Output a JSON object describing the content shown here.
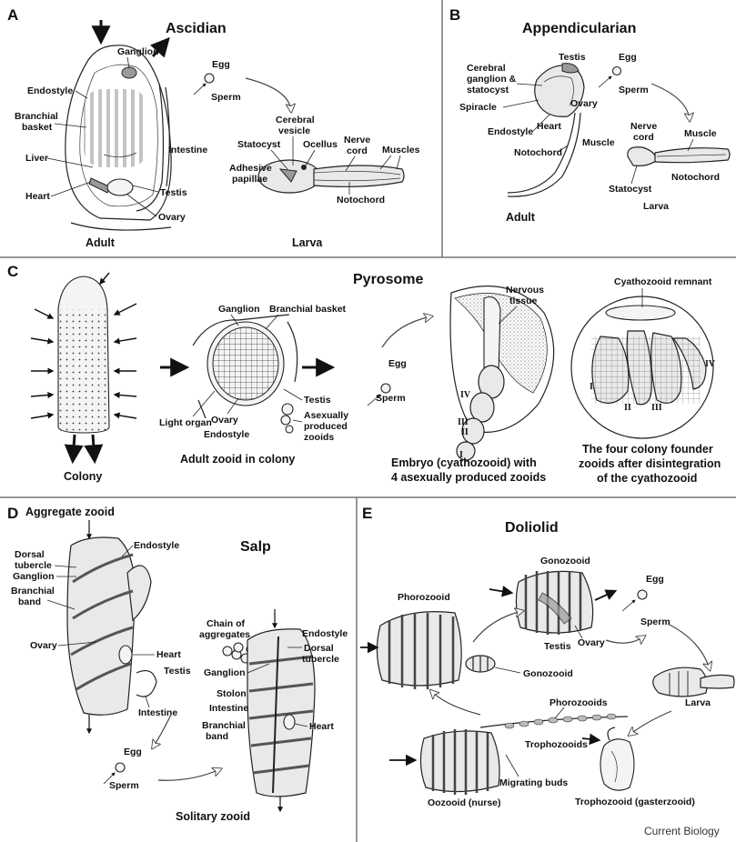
{
  "credit": "Current Biology",
  "panels": {
    "A": {
      "letter": "A",
      "title": "Ascidian",
      "labels": {
        "ganglion": "Ganglion",
        "endostyle": "Endostyle",
        "branchial_1": "Branchial",
        "branchial_2": "basket",
        "intestine": "Intestine",
        "liver": "Liver",
        "heart": "Heart",
        "testis": "Testis",
        "ovary": "Ovary",
        "egg": "Egg",
        "sperm": "Sperm",
        "cerebral_1": "Cerebral",
        "cerebral_2": "vesicle",
        "ocellus": "Ocellus",
        "statocyst": "Statocyst",
        "nerve_1": "Nerve",
        "nerve_2": "cord",
        "muscles": "Muscles",
        "adhesive_1": "Adhesive",
        "adhesive_2": "papillae",
        "notochord": "Notochord"
      },
      "captions": {
        "adult": "Adult",
        "larva": "Larva"
      }
    },
    "B": {
      "letter": "B",
      "title": "Appendicularian",
      "labels": {
        "testis": "Testis",
        "egg": "Egg",
        "sperm": "Sperm",
        "cerebral_1": "Cerebral",
        "cerebral_2": "ganglion &",
        "cerebral_3": "statocyst",
        "spiracle": "Spiracle",
        "ovary": "Ovary",
        "endostyle": "Endostyle",
        "heart": "Heart",
        "muscle": "Muscle",
        "notochord": "Notochord",
        "nerve_1": "Nerve",
        "nerve_2": "cord",
        "muscle_larva": "Muscle",
        "notochord_larva": "Notochord",
        "statocyst": "Statocyst",
        "larva": "Larva"
      },
      "captions": {
        "adult": "Adult"
      }
    },
    "C": {
      "letter": "C",
      "title": "Pyrosome",
      "labels": {
        "ganglion": "Ganglion",
        "branchial_basket": "Branchial basket",
        "testis": "Testis",
        "light_organ": "Light organ",
        "ovary": "Ovary",
        "endostyle": "Endostyle",
        "asexual_1": "Asexually",
        "asexual_2": "produced",
        "asexual_3": "zooids",
        "egg": "Egg",
        "sperm": "Sperm",
        "nervous_1": "Nervous",
        "nervous_2": "tissue",
        "cyathozooid_remnant": "Cyathozooid remnant",
        "r_iv": "IV",
        "r_iii": "III",
        "r_ii": "II",
        "r_i": "I"
      },
      "captions": {
        "colony": "Colony",
        "adult_zooid": "Adult zooid in colony",
        "embryo_1": "Embryo (cyathozooid) with",
        "embryo_2": "4 asexually produced zooids",
        "founder_1": "The four colony founder",
        "founder_2": "zooids after disintegration",
        "founder_3": "of the cyathozooid"
      }
    },
    "D": {
      "letter": "D",
      "title": "Salp",
      "labels": {
        "aggregate_zooid": "Aggregate zooid",
        "endostyle": "Endostyle",
        "dorsal_1": "Dorsal",
        "dorsal_2": "tubercle",
        "ganglion": "Ganglion",
        "branchial_1": "Branchial",
        "branchial_2": "band",
        "heart": "Heart",
        "ovary": "Ovary",
        "testis": "Testis",
        "intestine": "Intestine",
        "chain_1": "Chain of",
        "chain_2": "aggregates",
        "endostyle_sol": "Endostyle",
        "dorsal_sol_1": "Dorsal",
        "dorsal_sol_2": "tubercle",
        "ganglion_sol": "Ganglion",
        "stolon": "Stolon",
        "intestine_sol": "Intestine",
        "branchial_sol_1": "Branchial",
        "branchial_sol_2": "band",
        "heart_sol": "Heart",
        "egg": "Egg",
        "sperm": "Sperm"
      },
      "captions": {
        "solitary": "Solitary zooid"
      }
    },
    "E": {
      "letter": "E",
      "title": "Doliolid",
      "labels": {
        "gonozooid_top": "Gonozooid",
        "phorozooid": "Phorozooid",
        "egg": "Egg",
        "sperm": "Sperm",
        "testis": "Testis",
        "ovary": "Ovary",
        "gonozooid": "Gonozooid",
        "larva": "Larva",
        "phorozooids": "Phorozooids",
        "trophozooids": "Trophozooids",
        "migrating_buds": "Migrating buds",
        "oozooid": "Oozooid (nurse)",
        "trophozooid": "Trophozooid (gasterzooid)"
      }
    }
  }
}
